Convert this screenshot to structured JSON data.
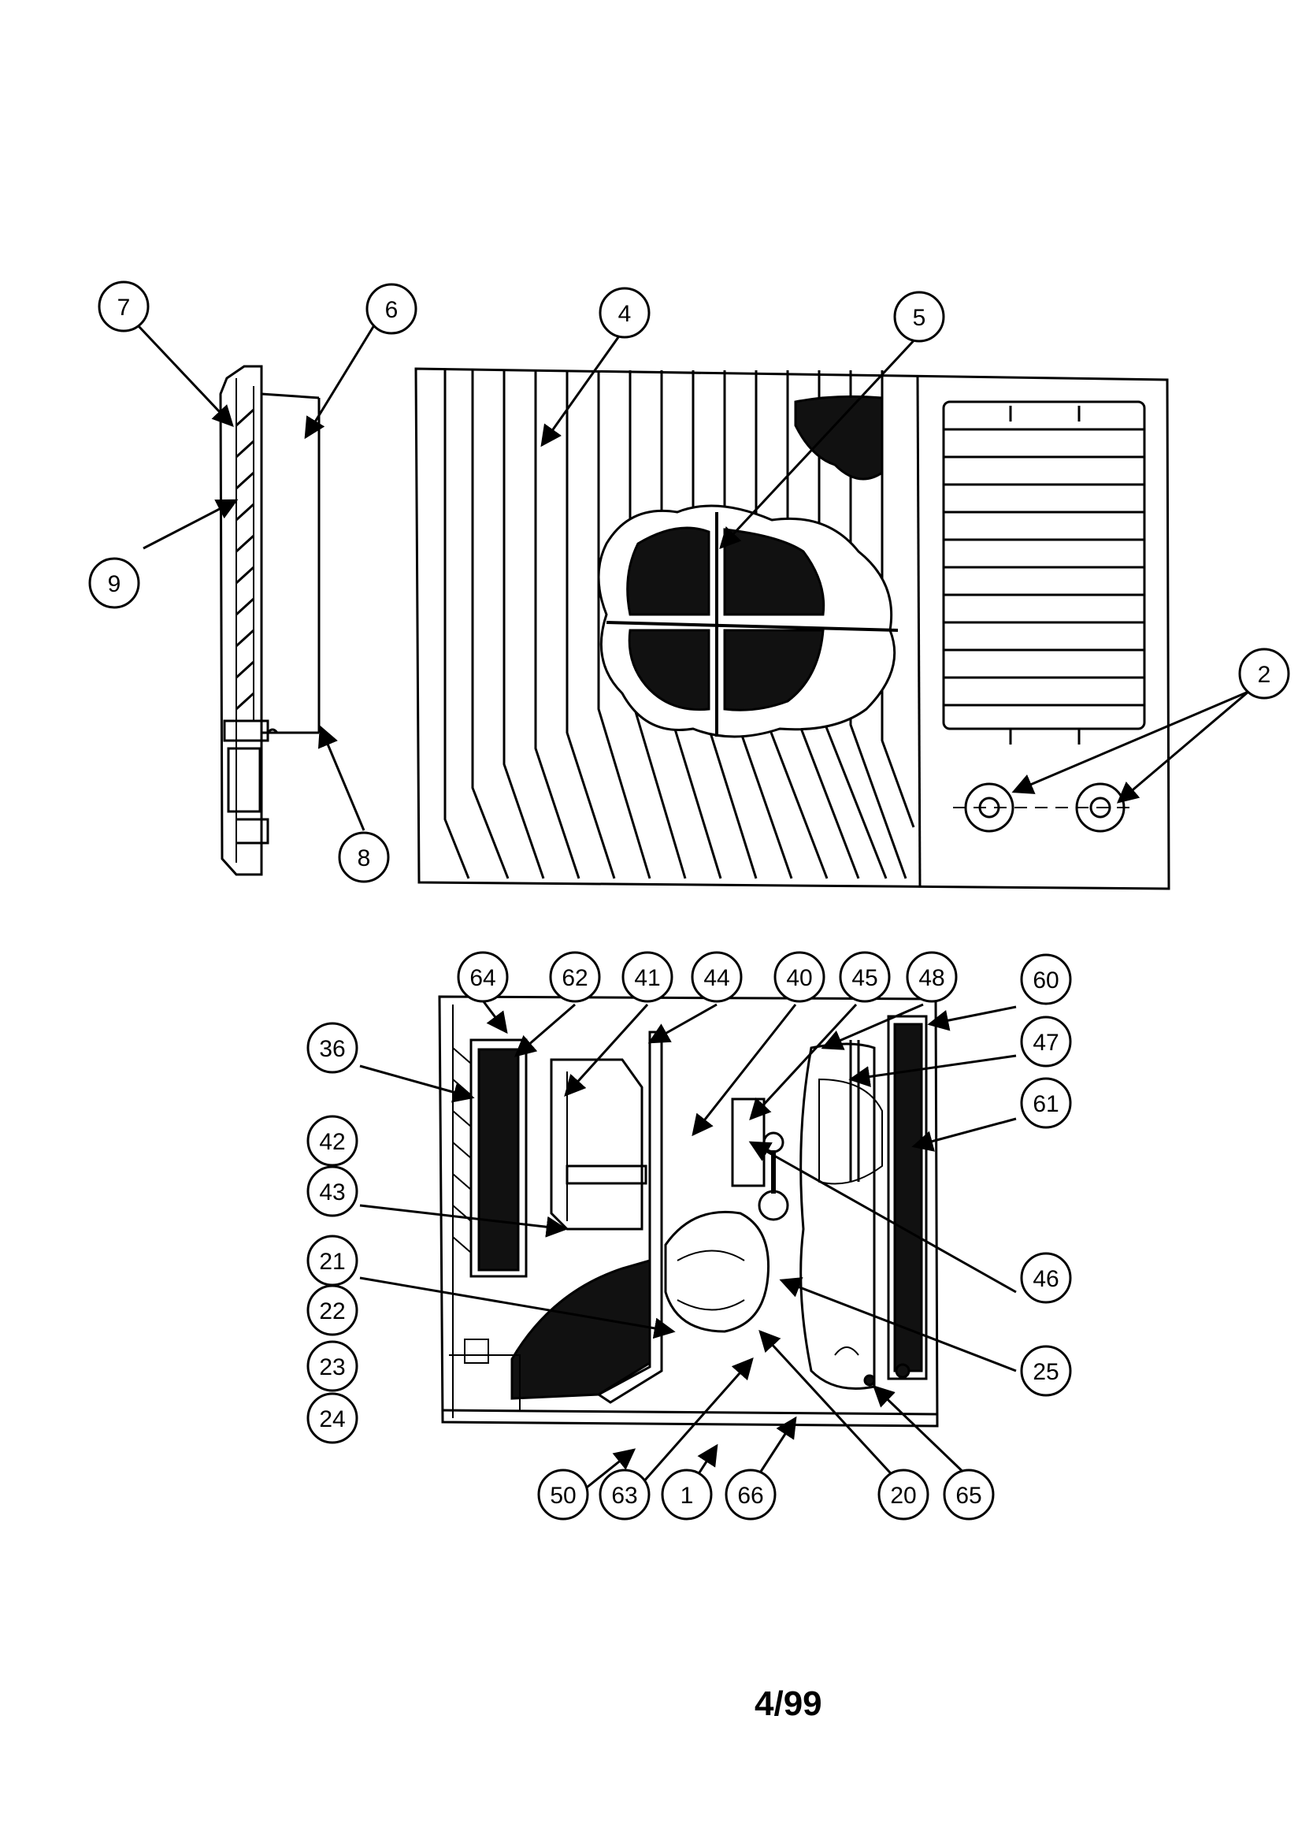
{
  "callouts": {
    "c7": "7",
    "c6": "6",
    "c4": "4",
    "c5": "5",
    "c9": "9",
    "c2": "2",
    "c8": "8",
    "c64": "64",
    "c62": "62",
    "c41": "41",
    "c44": "44",
    "c40": "40",
    "c45": "45",
    "c48": "48",
    "c60": "60",
    "c36": "36",
    "c47": "47",
    "c61": "61",
    "c42": "42",
    "c43": "43",
    "c21": "21",
    "c22": "22",
    "c23": "23",
    "c24": "24",
    "c46": "46",
    "c25": "25",
    "c50": "50",
    "c63": "63",
    "c1": "1",
    "c66": "66",
    "c20": "20",
    "c65": "65"
  },
  "footer": {
    "page_code": "4/99"
  }
}
